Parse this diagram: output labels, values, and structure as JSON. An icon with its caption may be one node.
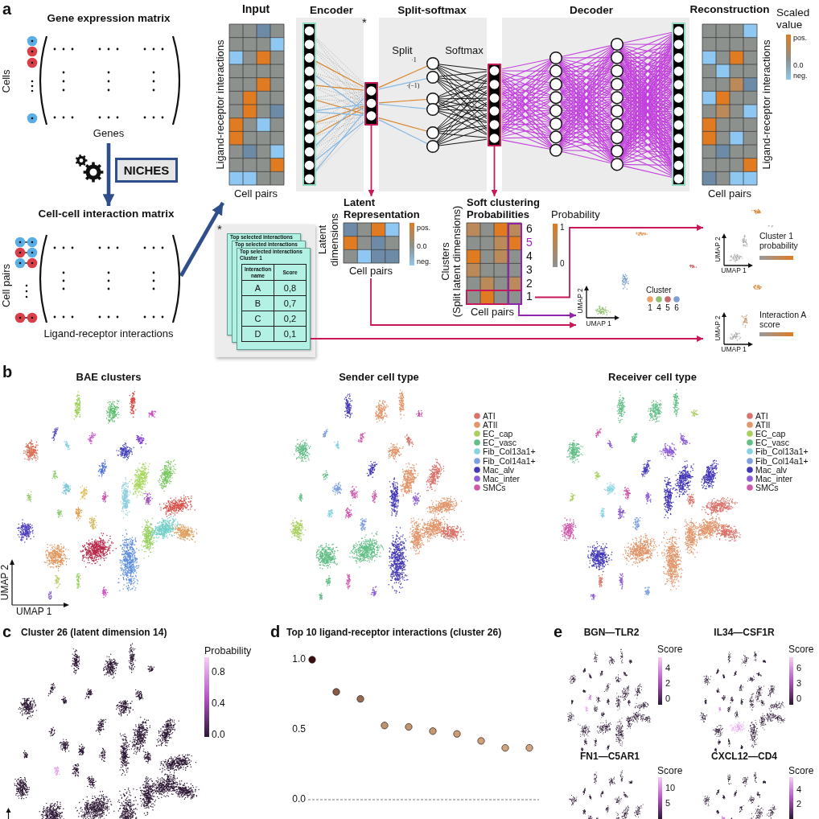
{
  "diagram": {
    "nodes": [
      {
        "text": [
          "Gene expression matrix",
          "Cells",
          "Genes"
        ]
      },
      {
        "text": [
          "NICHES"
        ]
      },
      {
        "text": [
          "Cell-cell interaction matrix",
          "Cell pairs",
          "Ligand-receptor interactions"
        ]
      },
      {
        "text": [
          "Input",
          "Ligand-receptor interactions",
          "Cell pairs"
        ]
      },
      {
        "text": [
          "Encoder"
        ]
      },
      {
        "text": [
          "Split-softmax",
          "Split",
          "Softmax",
          "·1",
          "·(−1)"
        ]
      },
      {
        "text": [
          "Decoder"
        ]
      },
      {
        "text": [
          "Reconstruction",
          "Ligand-receptor interactions",
          "Cell pairs"
        ]
      },
      {
        "text": [],
        "shape": "box"
      },
      {
        "text": [],
        "shape": "box"
      },
      {
        "text": [
          "Latent Representation",
          "Latent dimensions",
          "Cell pairs"
        ]
      },
      {
        "text": [
          "Soft clustering Probabilities",
          "Clusters",
          "(Split latent dimensions)",
          "6",
          "5",
          "4",
          "3",
          "2",
          "Cell pairs"
        ]
      },
      {
        "text": [
          "1"
        ],
        "in": 11
      },
      {
        "text": [],
        "shape": "box",
        "in": 11
      },
      {
        "text": [
          "Top selected interactions"
        ]
      },
      {
        "text": [
          "Top selected interactions"
        ]
      },
      {
        "text": [
          "Top selected interactions",
          "Cluster 1",
          "Interaction name",
          "Score",
          "A",
          "0,8",
          "B",
          "0,7",
          "C",
          "0,2",
          "D",
          "0,1"
        ]
      },
      {
        "text": [
          "UMAP 2",
          "UMAP 1"
        ]
      },
      {
        "text": [
          "UMAP 2",
          "UMAP 1",
          "Cluster 1 probability"
        ]
      },
      {
        "text": [
          "UMAP 2",
          "UMAP 1",
          "Interaction A score"
        ]
      }
    ],
    "edges": [
      {
        "from": 0,
        "to": 2,
        "arrow": "to",
        "style": "thick",
        "color": "#2f4e8c"
      },
      {
        "from": 2,
        "to": 3,
        "arrow": "to",
        "style": "thick",
        "color": "#2f4e8c"
      },
      {
        "from": 8,
        "to": 10,
        "arrow": "to"
      },
      {
        "from": 9,
        "to": 11,
        "arrow": "to"
      },
      {
        "from": 12,
        "to": 18,
        "arrow": "to"
      },
      {
        "from": 13,
        "to": 17,
        "arrow": "to",
        "color": "#8e24aa"
      },
      {
        "from": 10,
        "to": 17,
        "arrow": "to"
      },
      {
        "from": 16,
        "to": 19,
        "arrow": "to"
      }
    ],
    "labels": [
      "a",
      "*",
      "Scaled value",
      "pos.",
      "0.0",
      "neg.",
      "pos.",
      "0.0",
      "neg.",
      "Probability",
      "1",
      "0",
      "*",
      "Cluster",
      "b",
      "BAE clusters",
      "Sender cell type",
      "Receiver cell type",
      "UMAP 2",
      "UMAP 1",
      "c",
      "Cluster 26 (latent dimension 14)",
      "Probability",
      "0.8",
      "0.4",
      "0.0",
      "d",
      "e",
      "BGN—TLR2",
      "Score",
      "4",
      "2",
      "0",
      "IL34—CSF1R",
      "Score",
      "6",
      "3",
      "0",
      "FN1—C5AR1",
      "Score",
      "10",
      "5",
      "CXCL12—CD4",
      "Score",
      "4",
      "2"
    ],
    "legend": [
      {
        "text": "1",
        "color": "#e9a46d"
      },
      {
        "text": "4",
        "color": "#8fbf6c"
      },
      {
        "text": "5",
        "color": "#c9686d"
      },
      {
        "text": "6",
        "color": "#7fa0d0"
      },
      {
        "text": "ATI",
        "color": "#d9736a"
      },
      {
        "text": "ATII",
        "color": "#e2966b"
      },
      {
        "text": "EC_cap",
        "color": "#a9cf5f"
      },
      {
        "text": "EC_vasc",
        "color": "#63bf87"
      },
      {
        "text": "Fib_Col13a1+",
        "color": "#87d3e2"
      },
      {
        "text": "Fib_Col14a1+",
        "color": "#7b9fe0"
      },
      {
        "text": "Mac_alv",
        "color": "#4338b8"
      },
      {
        "text": "Mac_inter",
        "color": "#8c5cd6"
      },
      {
        "text": "SMCs",
        "color": "#cf5aab"
      },
      {
        "text": "ATI",
        "color": "#d9736a"
      },
      {
        "text": "ATII",
        "color": "#e2966b"
      },
      {
        "text": "EC_cap",
        "color": "#a9cf5f"
      },
      {
        "text": "EC_vasc",
        "color": "#63bf87"
      },
      {
        "text": "Fib_Col13a1+",
        "color": "#87d3e2"
      },
      {
        "text": "Fib_Col14a1+",
        "color": "#7b9fe0"
      },
      {
        "text": "Mac_alv",
        "color": "#4338b8"
      },
      {
        "text": "Mac_inter",
        "color": "#8c5cd6"
      },
      {
        "text": "SMCs",
        "color": "#cf5aab"
      }
    ],
    "chart_data": {
      "type": "scatter",
      "title": "Top 10 ligand-receptor interactions (cluster 26)",
      "categories": [
        null,
        null,
        null,
        null,
        null,
        null,
        null,
        null,
        null,
        null
      ],
      "series": [
        {
          "values": [
            1.0,
            0.77,
            0.72,
            0.53,
            0.52,
            0.49,
            0.47,
            0.42,
            0.37,
            0.37
          ]
        }
      ],
      "ylim": [
        0,
        1
      ],
      "yticks": [
        {
          "value": 0,
          "label": "0.0"
        },
        {
          "value": 0.5,
          "label": "0.5"
        },
        {
          "value": 1,
          "label": "1.0"
        }
      ]
    }
  }
}
